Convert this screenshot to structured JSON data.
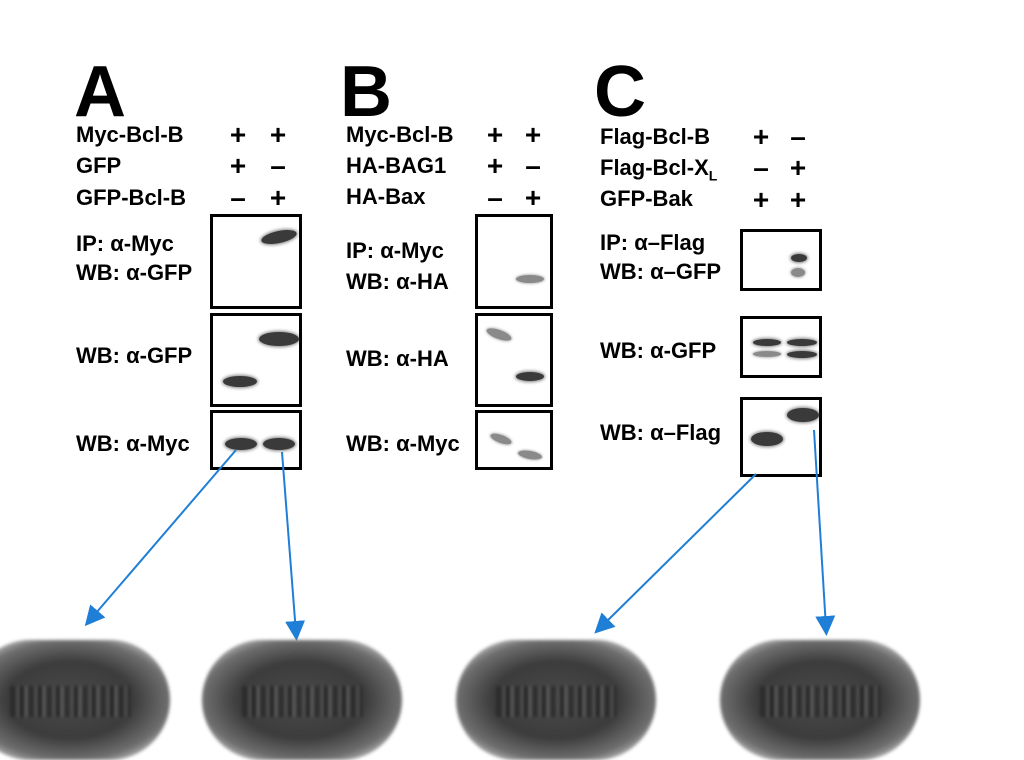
{
  "panelA": {
    "letter": "A",
    "rows": [
      {
        "label": "Myc-Bcl-B",
        "lane1": "+",
        "lane2": "+"
      },
      {
        "label": "GFP",
        "lane1": "+",
        "lane2": "–"
      },
      {
        "label": "GFP-Bcl-B",
        "lane1": "–",
        "lane2": "+"
      }
    ],
    "blots": [
      {
        "label_line1": "IP: α-Myc",
        "label_line2": "WB: α-GFP"
      },
      {
        "label_line1": "WB: α-GFP"
      },
      {
        "label_line1": "WB: α-Myc"
      }
    ]
  },
  "panelB": {
    "letter": "B",
    "rows": [
      {
        "label": "Myc-Bcl-B",
        "lane1": "+",
        "lane2": "+"
      },
      {
        "label": "HA-BAG1",
        "lane1": "+",
        "lane2": "–"
      },
      {
        "label": "HA-Bax",
        "lane1": "–",
        "lane2": "+"
      }
    ],
    "blots": [
      {
        "label_line1": "IP: α-Myc",
        "label_line2": "WB: α-HA"
      },
      {
        "label_line1": "WB: α-HA"
      },
      {
        "label_line1": "WB: α-Myc"
      }
    ]
  },
  "panelC": {
    "letter": "C",
    "rows": [
      {
        "label": "Flag-Bcl-B",
        "lane1": "+",
        "lane2": "–"
      },
      {
        "label": "Flag-Bcl-X",
        "label_sub": "L",
        "lane1": "–",
        "lane2": "+"
      },
      {
        "label": "GFP-Bak",
        "lane1": "+",
        "lane2": "+"
      }
    ],
    "blots": [
      {
        "label_line1": "IP: α–Flag",
        "label_line2": "WB: α–GFP"
      },
      {
        "label_line1": "WB: α-GFP"
      },
      {
        "label_line1": "WB: α–Flag"
      }
    ]
  },
  "colors": {
    "arrow": "#1f7fd6",
    "band": "#3a3a3a",
    "border": "#000000"
  }
}
